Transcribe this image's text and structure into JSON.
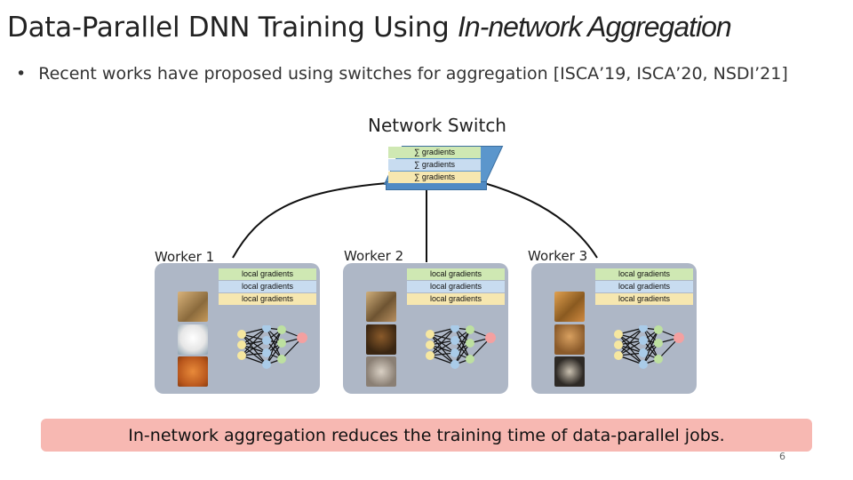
{
  "slide": {
    "title_main": "Data-Parallel DNN Training Using ",
    "title_emph": "In-network Aggregation",
    "bullet_text": "Recent works have proposed using switches for aggregation [ISCA’19, ISCA’20, NSDI’21]",
    "page_number": "6"
  },
  "switch": {
    "label": "Network Switch",
    "rows": [
      "∑ gradients",
      "∑ gradients",
      "∑ gradients"
    ]
  },
  "workers": [
    {
      "label": "Worker 1",
      "gradients": [
        "local gradients",
        "local gradients",
        "local gradients"
      ],
      "images": [
        "cheetah-photo",
        "dog-photo",
        "cat-photo"
      ]
    },
    {
      "label": "Worker 2",
      "gradients": [
        "local gradients",
        "local gradients",
        "local gradients"
      ],
      "images": [
        "leopard-photo",
        "dog-photo",
        "cat-photo"
      ]
    },
    {
      "label": "Worker 3",
      "gradients": [
        "local gradients",
        "local gradients",
        "local gradients"
      ],
      "images": [
        "tiger-photo",
        "dog-photo",
        "cat-photo"
      ]
    }
  ],
  "note": {
    "text": "In-network aggregation reduces the training time of data-parallel jobs."
  },
  "colors": {
    "panel": "#aeb7c6",
    "switch": "#5b96cc",
    "note_bar": "#f7b8b2",
    "row_green": "#cfe8b3",
    "row_blue": "#c8dcf0",
    "row_yellow": "#f6e7b0"
  }
}
